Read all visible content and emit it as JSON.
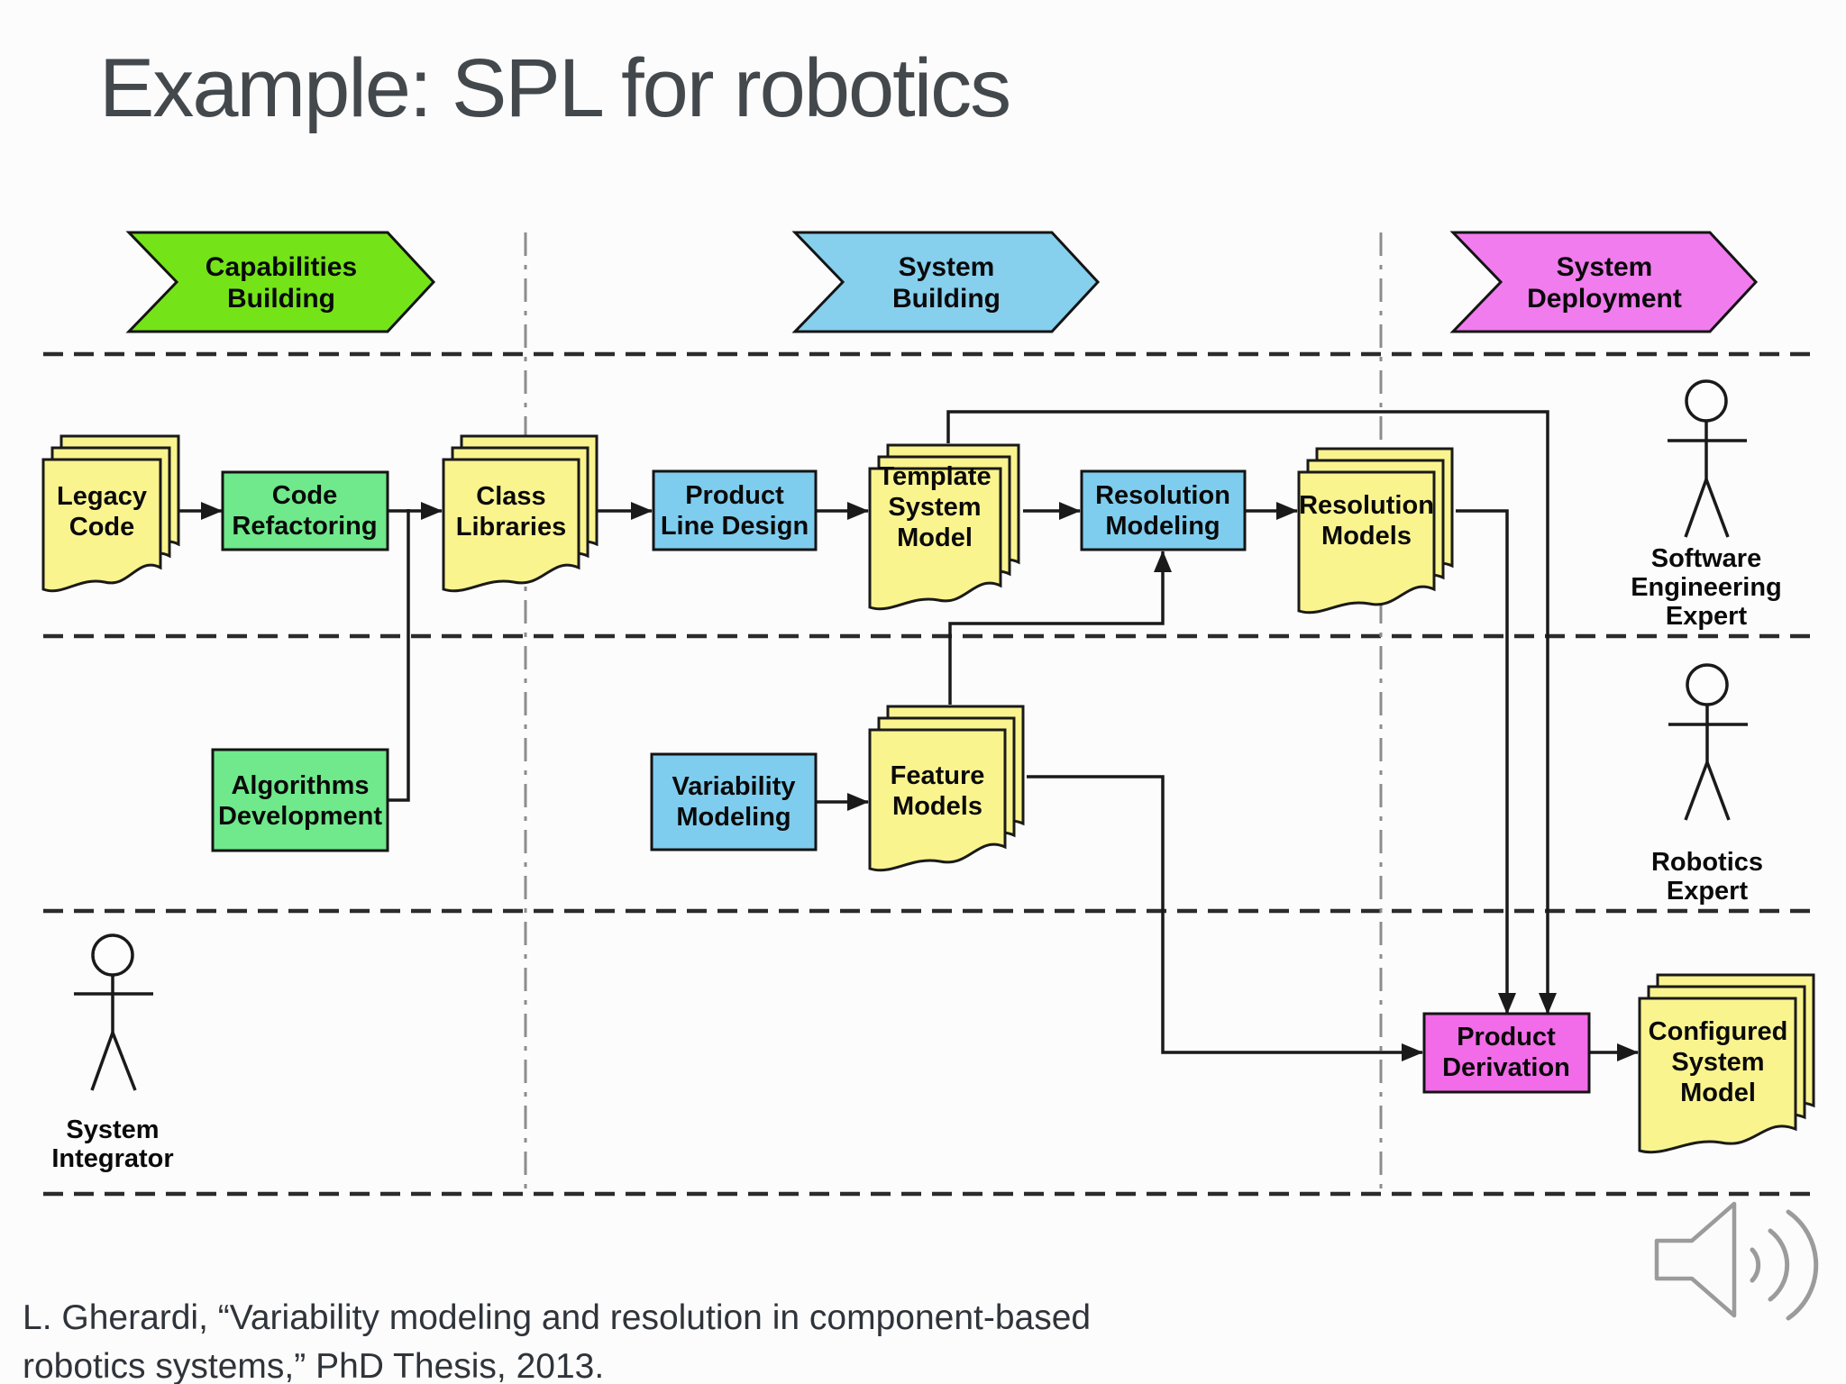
{
  "title": "Example: SPL for robotics",
  "citation": {
    "line1": "L. Gherardi, “Variability modeling and resolution in component-based",
    "line2": "robotics systems,” PhD Thesis, 2013."
  },
  "phases": {
    "capabilities_building": {
      "line1": "Capabilities",
      "line2": "Building",
      "color": "#74e418"
    },
    "system_building": {
      "line1": "System",
      "line2": "Building",
      "color": "#86cfed"
    },
    "system_deployment": {
      "line1": "System",
      "line2": "Deployment",
      "color": "#f07cee"
    }
  },
  "documents": {
    "legacy_code": {
      "line1": "Legacy",
      "line2": "Code"
    },
    "class_libraries": {
      "line1": "Class",
      "line2": "Libraries"
    },
    "template_system_model": {
      "line1": "Template",
      "line2": "System",
      "line3": "Model"
    },
    "resolution_models": {
      "line1": "Resolution",
      "line2": "Models"
    },
    "feature_models": {
      "line1": "Feature",
      "line2": "Models"
    },
    "configured_system_model": {
      "line1": "Configured",
      "line2": "System",
      "line3": "Model"
    }
  },
  "processes": {
    "code_refactoring": {
      "line1": "Code",
      "line2": "Refactoring",
      "color": "#6fe98b"
    },
    "algorithms_development": {
      "line1": "Algorithms",
      "line2": "Development",
      "color": "#6fe98b"
    },
    "product_line_design": {
      "line1": "Product",
      "line2": "Line Design",
      "color": "#7fcdee"
    },
    "resolution_modeling": {
      "line1": "Resolution",
      "line2": "Modeling",
      "color": "#7fcdee"
    },
    "variability_modeling": {
      "line1": "Variability",
      "line2": "Modeling",
      "color": "#7fcdee"
    },
    "product_derivation": {
      "line1": "Product",
      "line2": "Derivation",
      "color": "#f26be8"
    }
  },
  "actors": {
    "software_engineering_expert": {
      "line1": "Software",
      "line2": "Engineering",
      "line3": "Expert"
    },
    "robotics_expert": {
      "line1": "Robotics",
      "line2": "Expert"
    },
    "system_integrator": {
      "line1": "System",
      "line2": "Integrator"
    }
  },
  "doc_fill": "#faf48f",
  "icons": {
    "audio": "speaker-with-sound-waves"
  }
}
